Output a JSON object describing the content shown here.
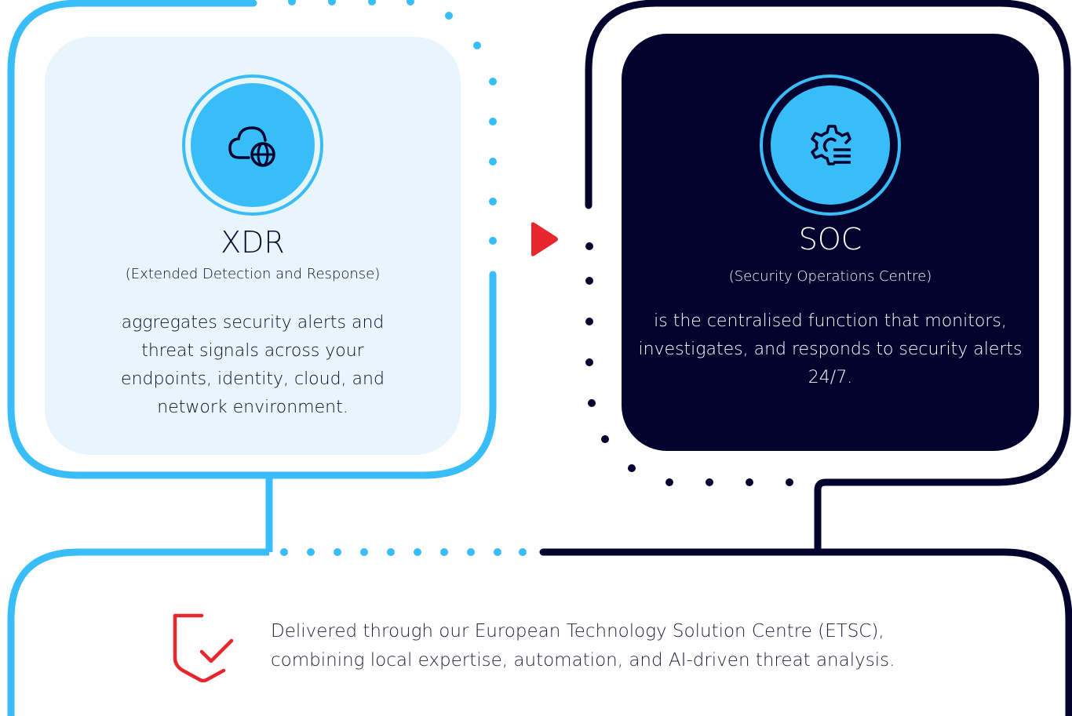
{
  "xdr": {
    "title": "XDR",
    "subtitle": "(Extended Detection and Response)",
    "description": "aggregates security alerts and threat signals across your endpoints, identity, cloud, and network environment.",
    "icon": "cloud-globe-icon"
  },
  "soc": {
    "title": "SOC",
    "subtitle": "(Security Operations Centre)",
    "description": "is the centralised function that monitors, investigates, and responds to security alerts 24/7.",
    "icon": "gear-list-icon"
  },
  "footer": {
    "text_line1": "Delivered through our European Technology Solution Centre (ETSC),",
    "text_line2": "combining local expertise, automation, and AI-driven threat analysis.",
    "icon": "shield-check-icon"
  },
  "colors": {
    "light_blue": "#38bdf8",
    "navy": "#03032e",
    "pale_blue": "#e8f5fc",
    "red": "#e8262d"
  }
}
